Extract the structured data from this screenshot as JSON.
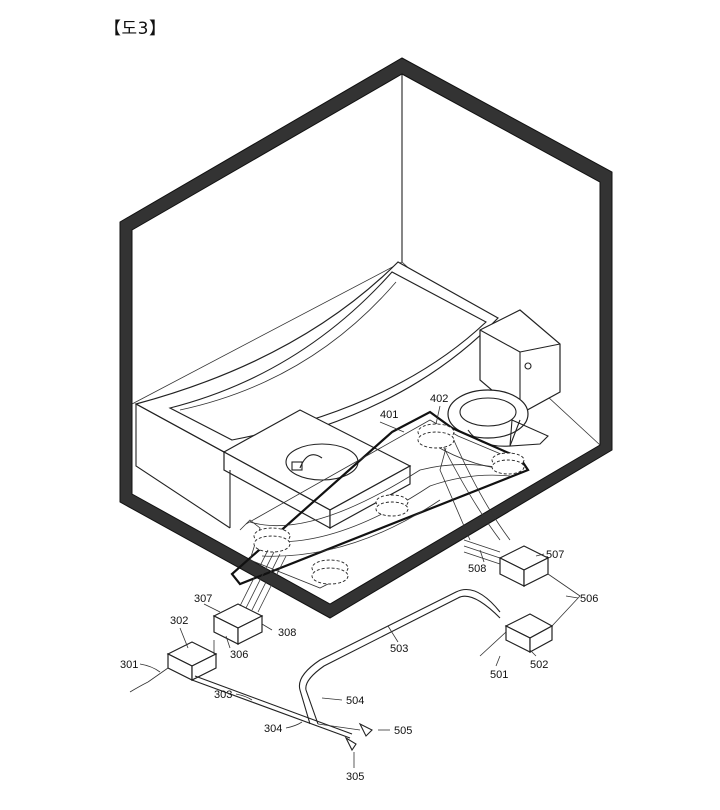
{
  "figure_label": "【도3】",
  "labels": {
    "l301": "301",
    "l302": "302",
    "l303": "303",
    "l304": "304",
    "l305": "305",
    "l306": "306",
    "l307": "307",
    "l308": "308",
    "l401": "401",
    "l402": "402",
    "l501": "501",
    "l502": "502",
    "l503": "503",
    "l504": "504",
    "l505": "505",
    "l506": "506",
    "l507": "507",
    "l508": "508"
  }
}
